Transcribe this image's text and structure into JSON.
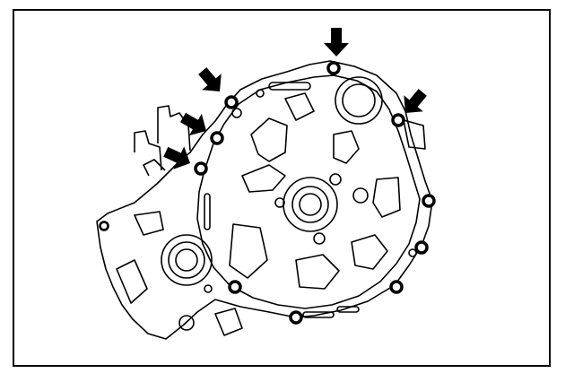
{
  "diagram": {
    "subject": "transmission-case-bolt-locations",
    "line_color": "#000000",
    "background_color": "#ffffff",
    "bolt_count": 11,
    "pointer_arrow_count": 5
  }
}
